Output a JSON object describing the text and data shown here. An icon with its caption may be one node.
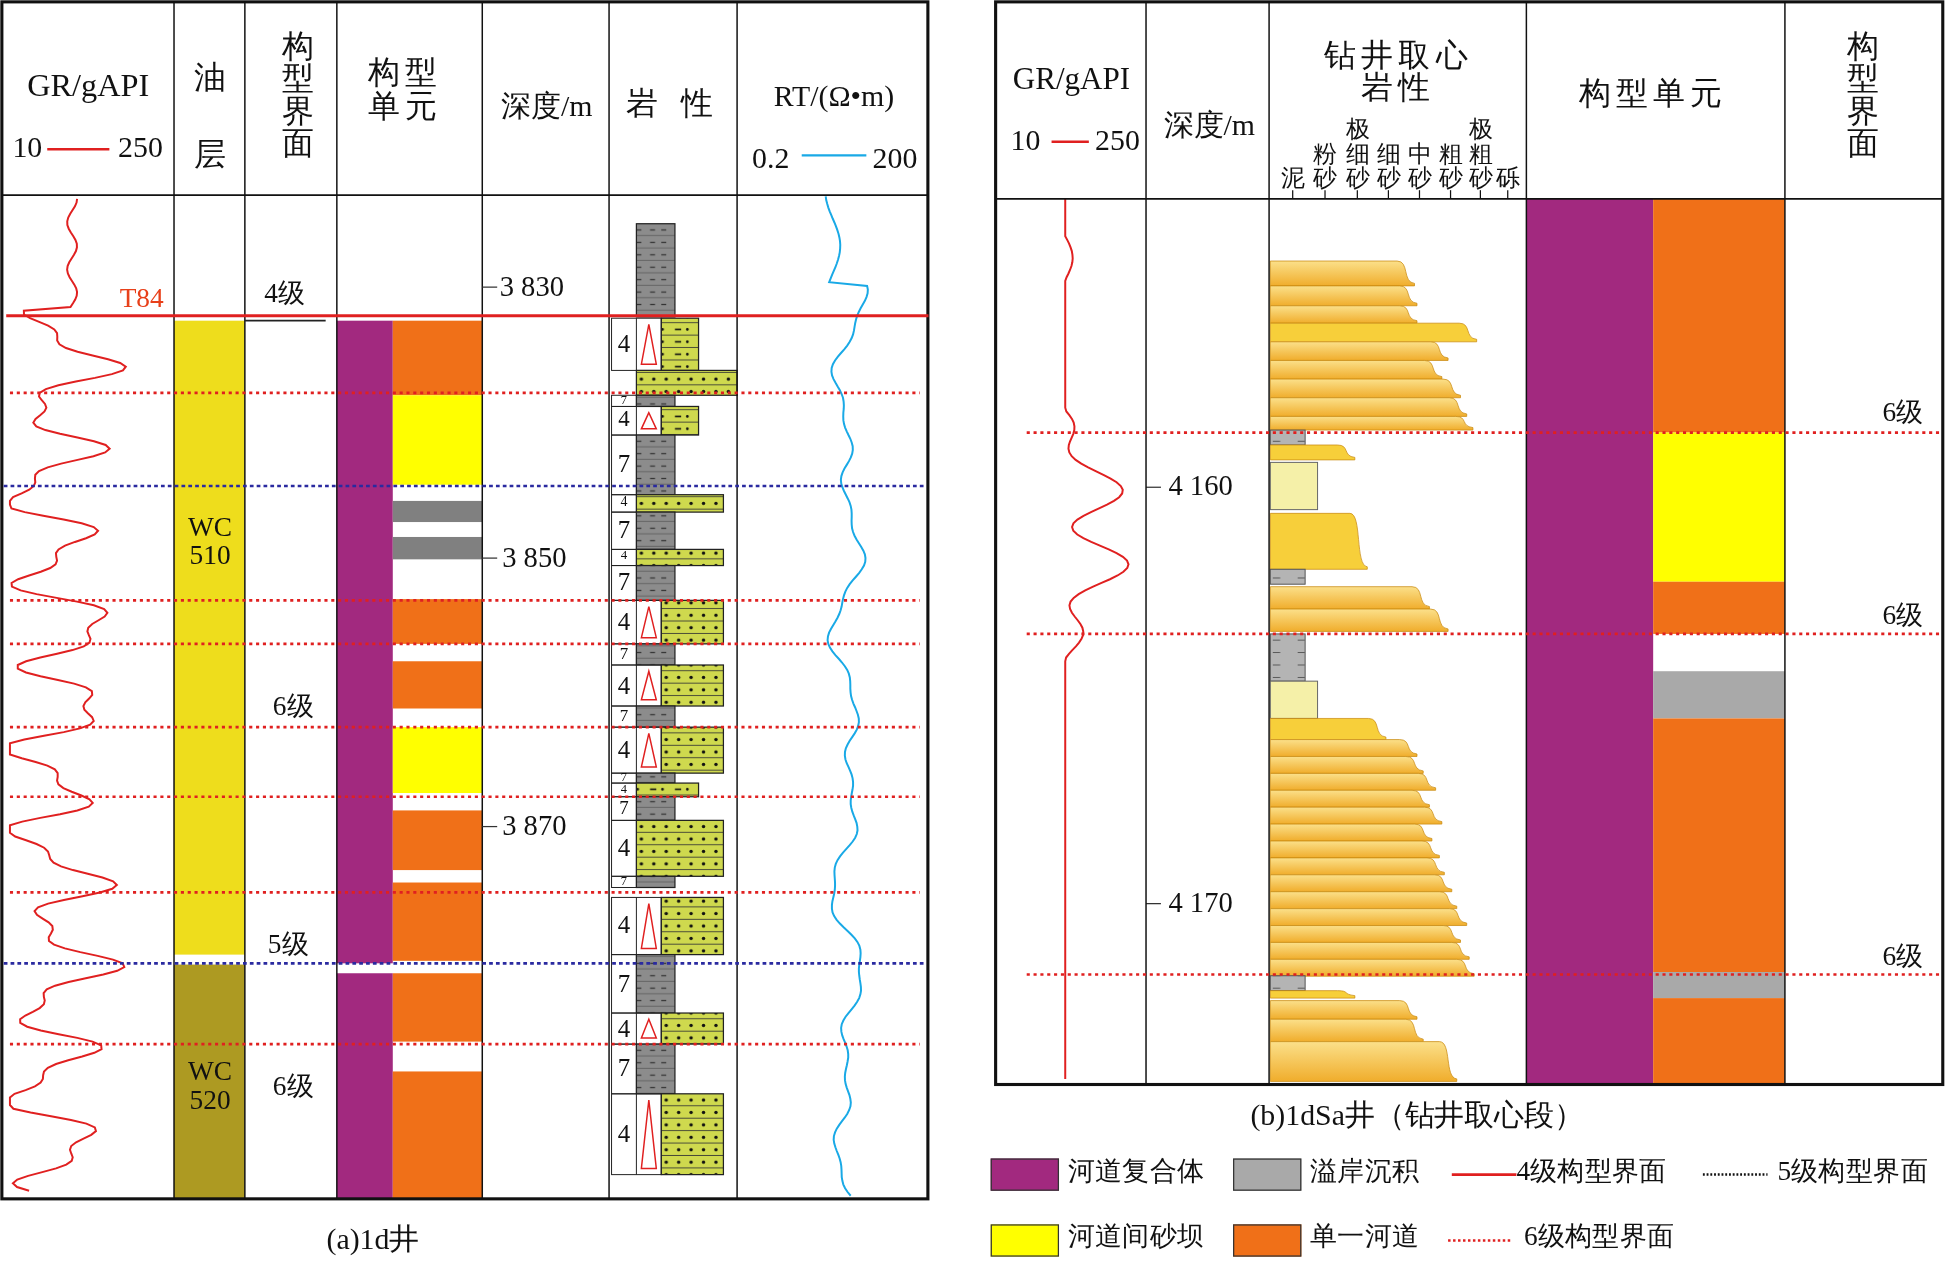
{
  "diagram": {
    "labels": [
      "GR/gAPI",
      "10",
      "250",
      "油层",
      "构型界面",
      "构型单元",
      "深度/m",
      "岩 性",
      "RT/(Ω•m)",
      "0.2",
      "200",
      "GR/gAPI",
      "10",
      "250",
      "深度/m",
      "钻井取心岩性",
      "泥",
      "粉砂",
      "极细砂",
      "细砂",
      "中砂",
      "粗砂",
      "极粗砂",
      "砾",
      "构型单元",
      "构型界面",
      "4级",
      "3 830",
      "T84",
      "WC 510",
      "3 850",
      "6级",
      "3 870",
      "5级",
      "WC 520",
      "6级",
      "4",
      "7",
      "4",
      "7",
      "4",
      "7",
      "4",
      "7",
      "4",
      "7",
      "4",
      "7",
      "4",
      "7",
      "4",
      "7",
      "4",
      "7",
      "4",
      "7",
      "4",
      "7",
      "4",
      "6级",
      "4 160",
      "6级",
      "4 170",
      "6级",
      "(b)1dSa井（钻井取心段）",
      "(a)1d井"
    ],
    "legend": [
      {
        "text": "河道复合体",
        "color": "#a2297f"
      },
      {
        "text": "溢岸沉积",
        "color": "#a9a9a9"
      },
      {
        "text": "4级构型界面"
      },
      {
        "text": "5级构型界面"
      },
      {
        "text": "河道间砂坝",
        "color": "#ffff00"
      },
      {
        "text": "单一河道",
        "color": "#f07018"
      },
      {
        "text": "6级构型界面"
      }
    ]
  }
}
